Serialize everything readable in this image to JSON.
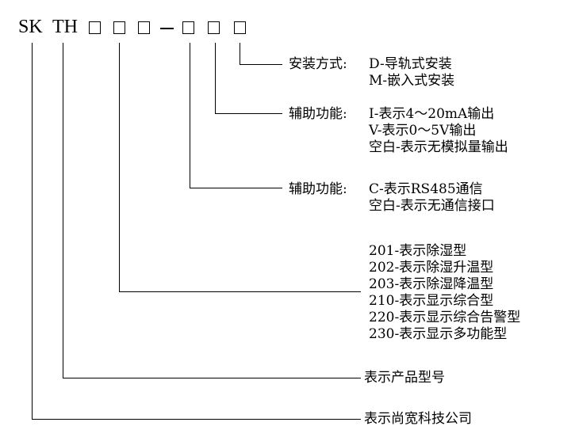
{
  "model_code": {
    "prefix_sk": "SK",
    "prefix_th": "TH"
  },
  "groups": [
    {
      "title": "安装方式:",
      "items": [
        "D-导轨式安装",
        "M-嵌入式安装"
      ]
    },
    {
      "title": "辅助功能:",
      "items": [
        "I-表示4～20mA输出",
        "V-表示0～5V输出",
        "空白-表示无模拟量输出"
      ]
    },
    {
      "title": "辅助功能:",
      "items": [
        "C-表示RS485通信",
        "空白-表示无通信接口"
      ]
    },
    {
      "title": "",
      "items": [
        "201-表示除湿型",
        "202-表示除湿升温型",
        "203-表示除湿降温型",
        "210-表示显示综合型",
        "220-表示显示综合告警型",
        "230-表示显示多功能型"
      ]
    },
    {
      "title": "",
      "items": [
        "表示产品型号"
      ]
    },
    {
      "title": "",
      "items": [
        "表示尚宽科技公司"
      ]
    }
  ]
}
